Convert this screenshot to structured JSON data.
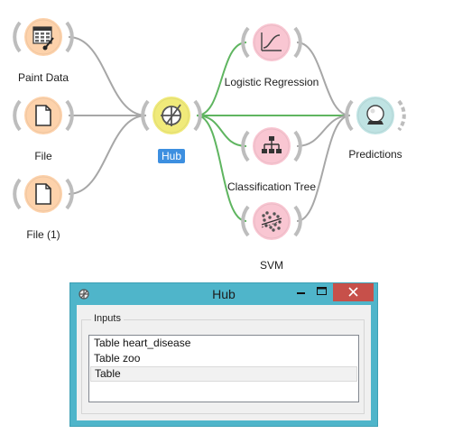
{
  "canvas": {
    "nodes": [
      {
        "id": "paint",
        "label": "Paint Data",
        "icon": "paint-data-icon",
        "color": "#fdd2ab"
      },
      {
        "id": "file",
        "label": "File",
        "icon": "file-icon",
        "color": "#fdd2ab"
      },
      {
        "id": "file1",
        "label": "File (1)",
        "icon": "file-icon",
        "color": "#fdd2ab"
      },
      {
        "id": "hub",
        "label": "Hub",
        "icon": "hub-icon",
        "color": "#f0ea7a",
        "selected": true
      },
      {
        "id": "logreg",
        "label": "Logistic Regression",
        "icon": "logistic-regression-icon",
        "color": "#f9c6d2"
      },
      {
        "id": "tree",
        "label": "Classification Tree",
        "icon": "classification-tree-icon",
        "color": "#f9c6d2"
      },
      {
        "id": "svm",
        "label": "SVM",
        "icon": "svm-icon",
        "color": "#f9c6d2"
      },
      {
        "id": "pred",
        "label": "Predictions",
        "icon": "predictions-icon",
        "color": "#bfe3e3"
      }
    ],
    "links": [
      {
        "from": "paint",
        "to": "hub",
        "active": false
      },
      {
        "from": "file",
        "to": "hub",
        "active": false
      },
      {
        "from": "file1",
        "to": "hub",
        "active": false
      },
      {
        "from": "hub",
        "to": "logreg",
        "active": true
      },
      {
        "from": "hub",
        "to": "pred",
        "active": true
      },
      {
        "from": "hub",
        "to": "tree",
        "active": true
      },
      {
        "from": "hub",
        "to": "svm",
        "active": true
      },
      {
        "from": "logreg",
        "to": "pred",
        "active": false
      },
      {
        "from": "tree",
        "to": "pred",
        "active": false
      },
      {
        "from": "svm",
        "to": "pred",
        "active": false
      }
    ],
    "colors": {
      "active_link": "#5fb560",
      "idle_link": "#a7a7a7",
      "selection": "#3d8fe0"
    }
  },
  "dialog": {
    "title": "Hub",
    "icon": "hub-icon",
    "group_title": "Inputs",
    "items": [
      "Table heart_disease",
      "Table zoo",
      "Table"
    ],
    "selected_index": 2,
    "colors": {
      "frame": "#4fb5ca",
      "close": "#c7504a"
    }
  }
}
